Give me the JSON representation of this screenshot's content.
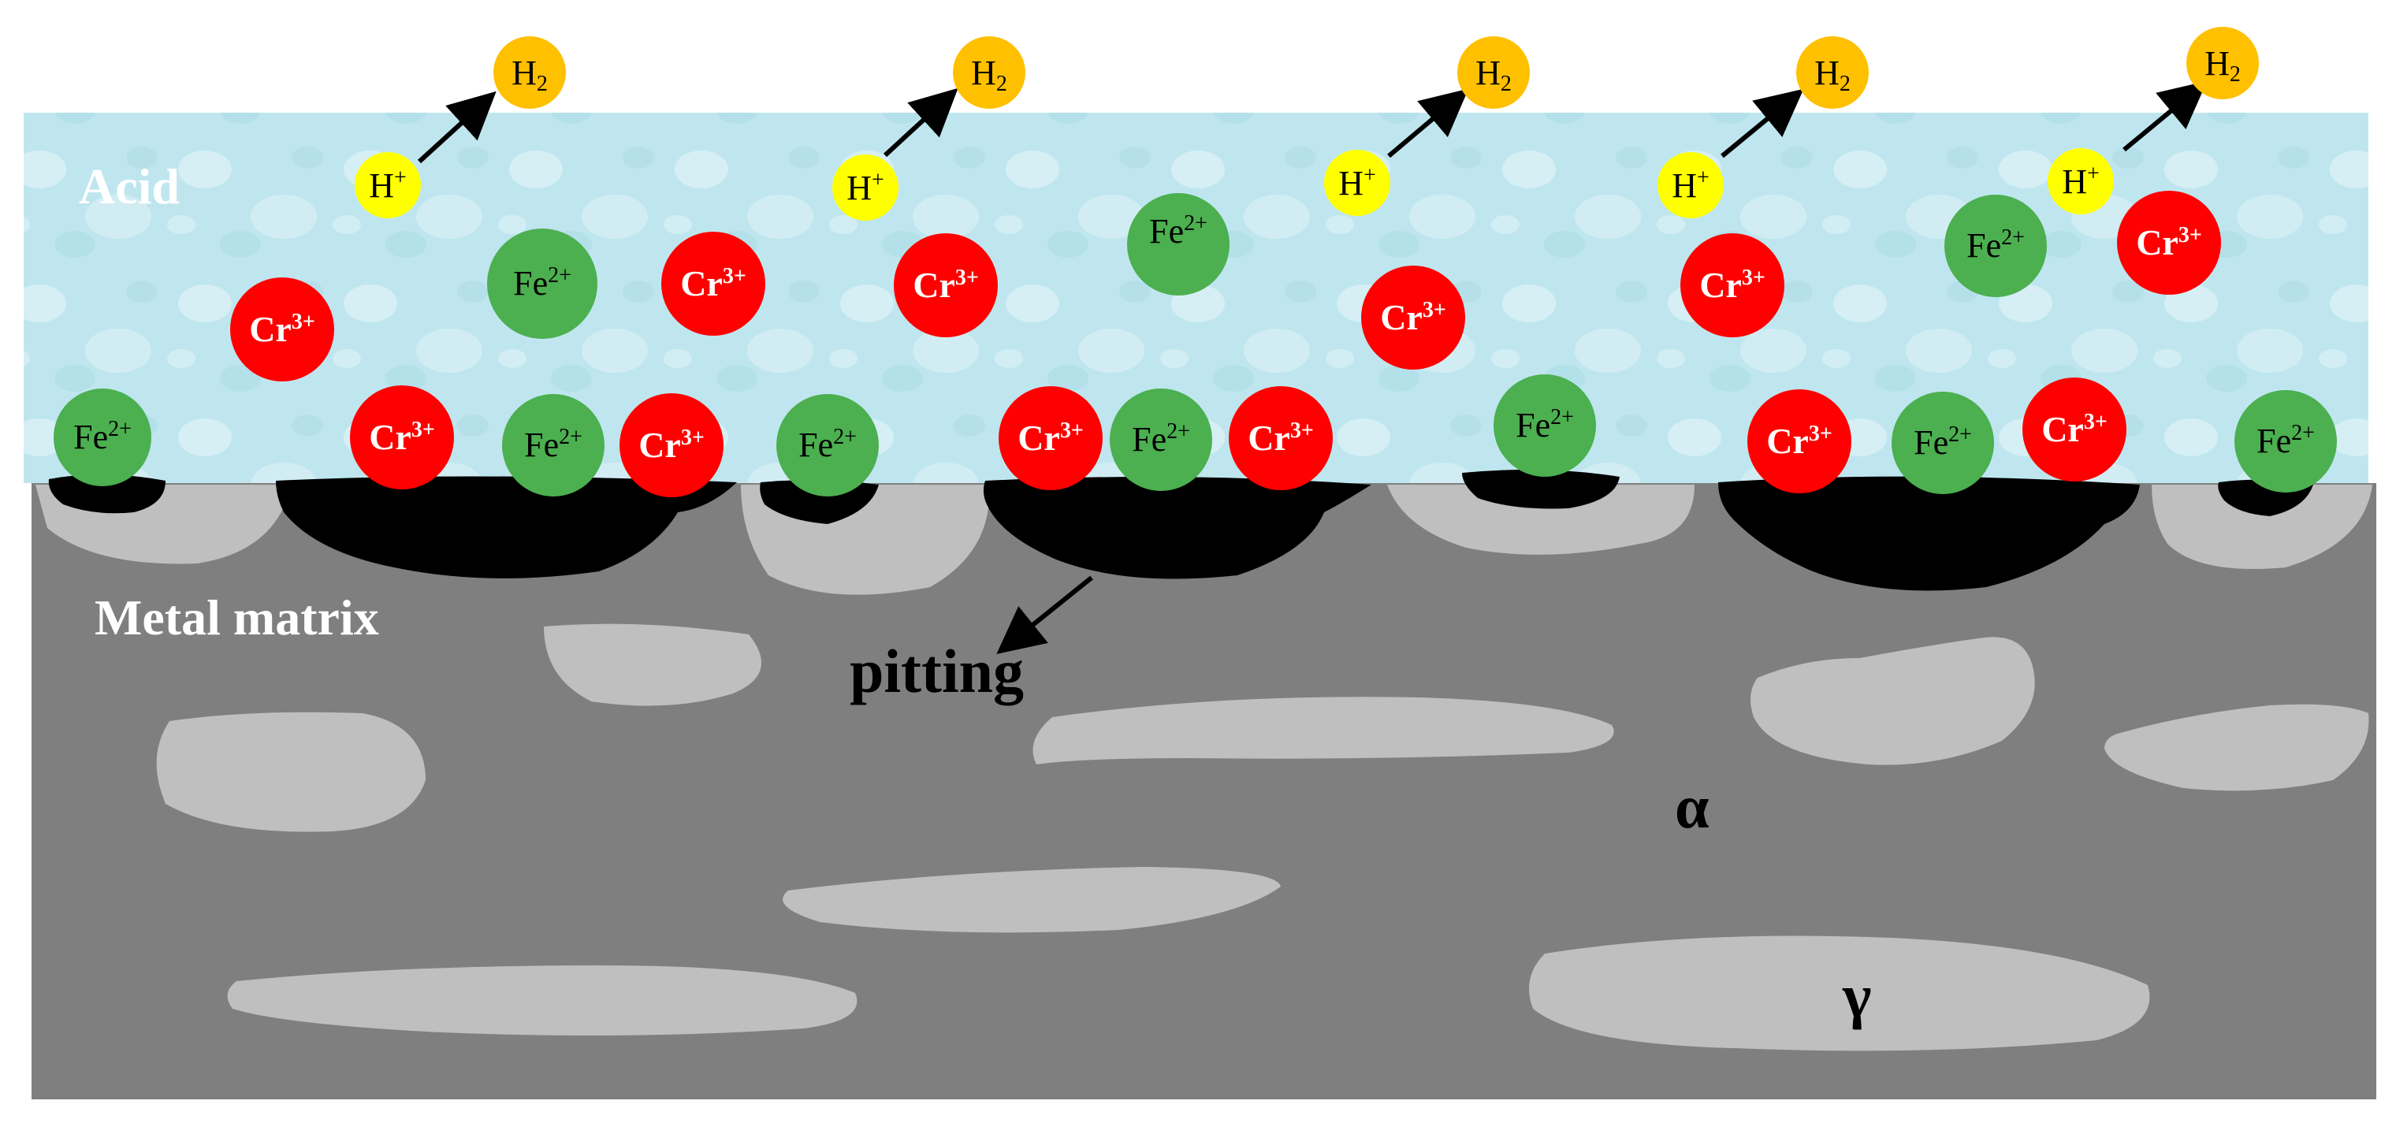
{
  "labels": {
    "acid": "Acid",
    "metal_matrix": "Metal matrix",
    "pitting": "pitting",
    "alpha": "α",
    "gamma": "γ"
  },
  "ions": {
    "h2": {
      "base": "H",
      "sub": "2"
    },
    "h_plus": {
      "base": "H",
      "sup": "+"
    },
    "fe": {
      "base": "Fe",
      "sup": "2+"
    },
    "cr": {
      "base": "Cr",
      "sup": "3+"
    }
  },
  "colors": {
    "acid_fill": "#bfe6ef",
    "acid_highlight": "#e7f7fb",
    "metal_matrix": "#7f7f7f",
    "gamma_phase": "#bfbfbf",
    "pit": "#000000",
    "h2_ion": "#ffc000",
    "h_plus_ion": "#ffff00",
    "fe_ion": "#4caf50",
    "cr_ion": "#ff0000",
    "acid_label": "#ffffff",
    "matrix_label": "#ffffff",
    "dark_text": "#000000"
  }
}
